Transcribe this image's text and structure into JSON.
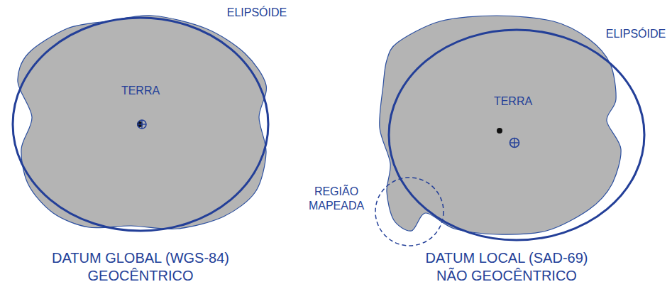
{
  "diagram": {
    "labels": [
      "ELIPSÓIDE",
      "TERRA",
      "DATUM GLOBAL (WGS-84) GEOCÊNTRICO",
      "ELIPSÓIDE",
      "TERRA",
      "REGIÃO MAPEADA",
      "DATUM LOCAL (SAD-69) NÃO GEOCÊNTRICO"
    ]
  }
}
